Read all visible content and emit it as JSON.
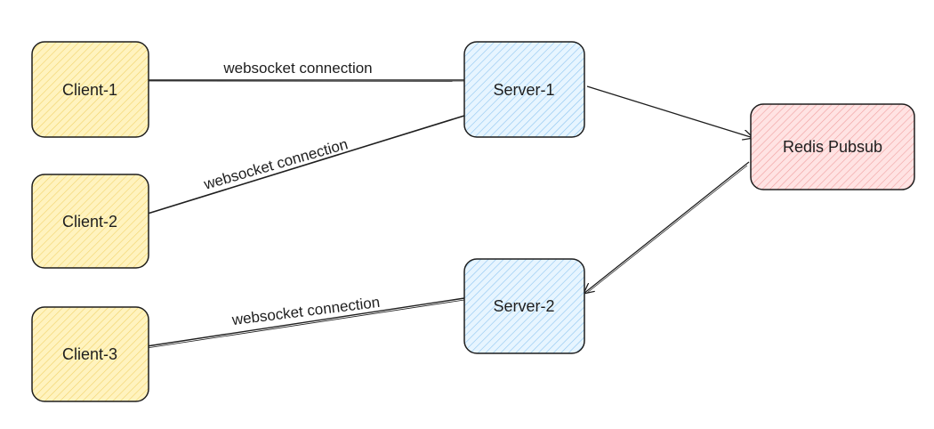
{
  "nodes": {
    "client1": {
      "label": "Client-1",
      "fill": "#fff3bf",
      "hatch": "#f2d46b"
    },
    "client2": {
      "label": "Client-2",
      "fill": "#fff3bf",
      "hatch": "#f2d46b"
    },
    "client3": {
      "label": "Client-3",
      "fill": "#fff3bf",
      "hatch": "#f2d46b"
    },
    "server1": {
      "label": "Server-1",
      "fill": "#e7f5ff",
      "hatch": "#8cc4f0"
    },
    "server2": {
      "label": "Server-2",
      "fill": "#e7f5ff",
      "hatch": "#8cc4f0"
    },
    "redis": {
      "label": "Redis Pubsub",
      "fill": "#ffe3e3",
      "hatch": "#f0a0a0"
    }
  },
  "edges": {
    "c1_s1": {
      "label": "websocket connection"
    },
    "c2_s1": {
      "label": "websocket connection"
    },
    "c3_s2": {
      "label": "websocket connection"
    }
  },
  "colors": {
    "stroke": "#1e1e1e"
  }
}
